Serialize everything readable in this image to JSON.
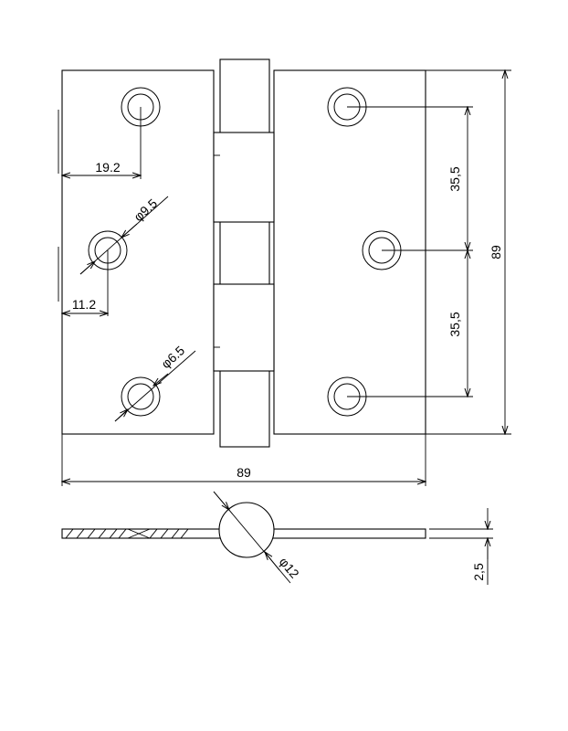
{
  "dimensions": {
    "overall_width": "89",
    "overall_height": "89",
    "hole_spacing_upper": "35,5",
    "hole_spacing_lower": "35,5",
    "hole_edge_offset": "19.2",
    "countersink_diameter": "φ9.5",
    "countersink_edge_offset": "11.2",
    "hole_diameter": "φ6.5",
    "knuckle_diameter": "φ12",
    "leaf_thickness": "2,5"
  }
}
